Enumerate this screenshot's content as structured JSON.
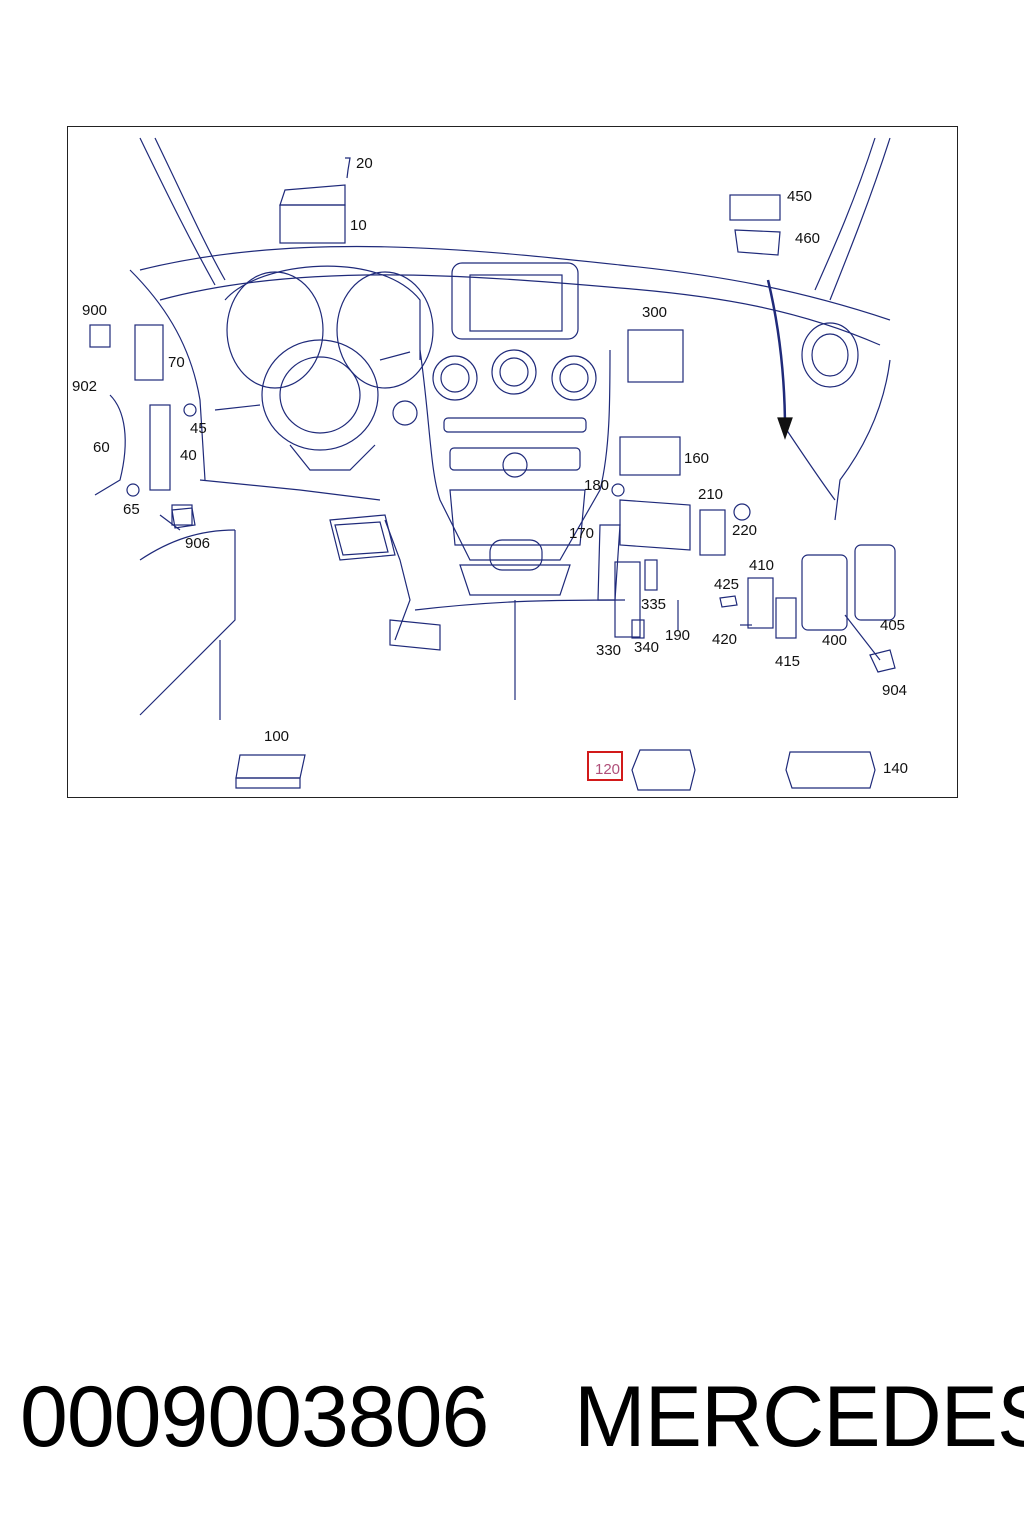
{
  "callouts": {
    "c20": "20",
    "c10": "10",
    "c450": "450",
    "c460": "460",
    "c900": "900",
    "c70": "70",
    "c902": "902",
    "c300": "300",
    "c45": "45",
    "c60": "60",
    "c40": "40",
    "c160": "160",
    "c65": "65",
    "c180": "180",
    "c210": "210",
    "c220": "220",
    "c906": "906",
    "c170": "170",
    "c410": "410",
    "c425": "425",
    "c335": "335",
    "c405": "405",
    "c190": "190",
    "c420": "420",
    "c400": "400",
    "c330": "330",
    "c340": "340",
    "c415": "415",
    "c904": "904",
    "c100": "100",
    "c120": "120",
    "c140": "140"
  },
  "footer": {
    "part_number": "0009003806",
    "brand": "MERCEDES"
  },
  "colors": {
    "line": "#1f2a7a",
    "highlight_box": "#d21a1a",
    "highlight_text": "#b0507a"
  }
}
